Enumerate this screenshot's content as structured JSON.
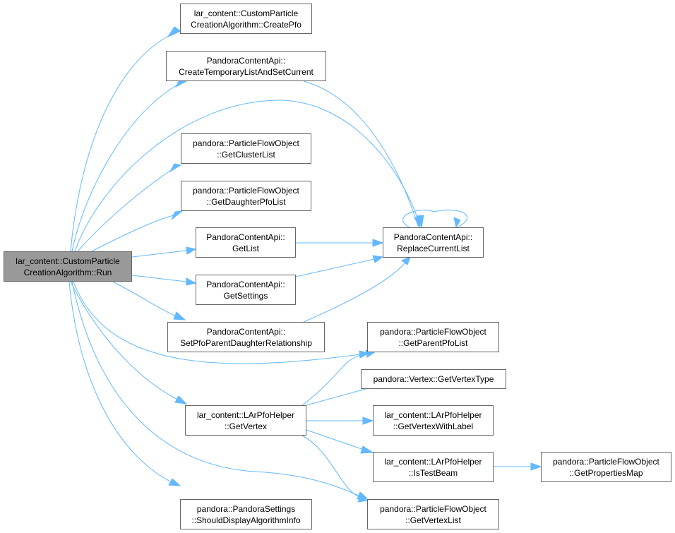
{
  "graph": {
    "edge_color": "#63b8ff",
    "root_fill": "#999999",
    "node_border": "#666666",
    "nodes": {
      "root": {
        "line1": "lar_content::CustomParticle",
        "line2": "CreationAlgorithm::Run"
      },
      "create_pfo": {
        "line1": "lar_content::CustomParticle",
        "line2": "CreationAlgorithm::CreatePfo"
      },
      "create_temp_list": {
        "line1": "PandoraContentApi::",
        "line2": "CreateTemporaryListAndSetCurrent"
      },
      "get_cluster_list": {
        "line1": "pandora::ParticleFlowObject",
        "line2": "::GetClusterList"
      },
      "get_daughter_pfo_list": {
        "line1": "pandora::ParticleFlowObject",
        "line2": "::GetDaughterPfoList"
      },
      "get_list": {
        "line1": "PandoraContentApi::",
        "line2": "GetList"
      },
      "get_settings": {
        "line1": "PandoraContentApi::",
        "line2": "GetSettings"
      },
      "set_pfo_parent_daughter": {
        "line1": "PandoraContentApi::",
        "line2": "SetPfoParentDaughterRelationship"
      },
      "replace_current_list": {
        "line1": "PandoraContentApi::",
        "line2": "ReplaceCurrentList"
      },
      "get_parent_pfo_list": {
        "line1": "pandora::ParticleFlowObject",
        "line2": "::GetParentPfoList"
      },
      "get_vertex_type": {
        "line1": "pandora::Vertex::GetVertexType",
        "line2": ""
      },
      "get_vertex": {
        "line1": "lar_content::LArPfoHelper",
        "line2": "::GetVertex"
      },
      "get_vertex_with_label": {
        "line1": "lar_content::LArPfoHelper",
        "line2": "::GetVertexWithLabel"
      },
      "is_test_beam": {
        "line1": "lar_content::LArPfoHelper",
        "line2": "::IsTestBeam"
      },
      "get_properties_map": {
        "line1": "pandora::ParticleFlowObject",
        "line2": "::GetPropertiesMap"
      },
      "should_display_algorithm_info": {
        "line1": "pandora::PandoraSettings",
        "line2": "::ShouldDisplayAlgorithmInfo"
      },
      "get_vertex_list": {
        "line1": "pandora::ParticleFlowObject",
        "line2": "::GetVertexList"
      }
    }
  }
}
